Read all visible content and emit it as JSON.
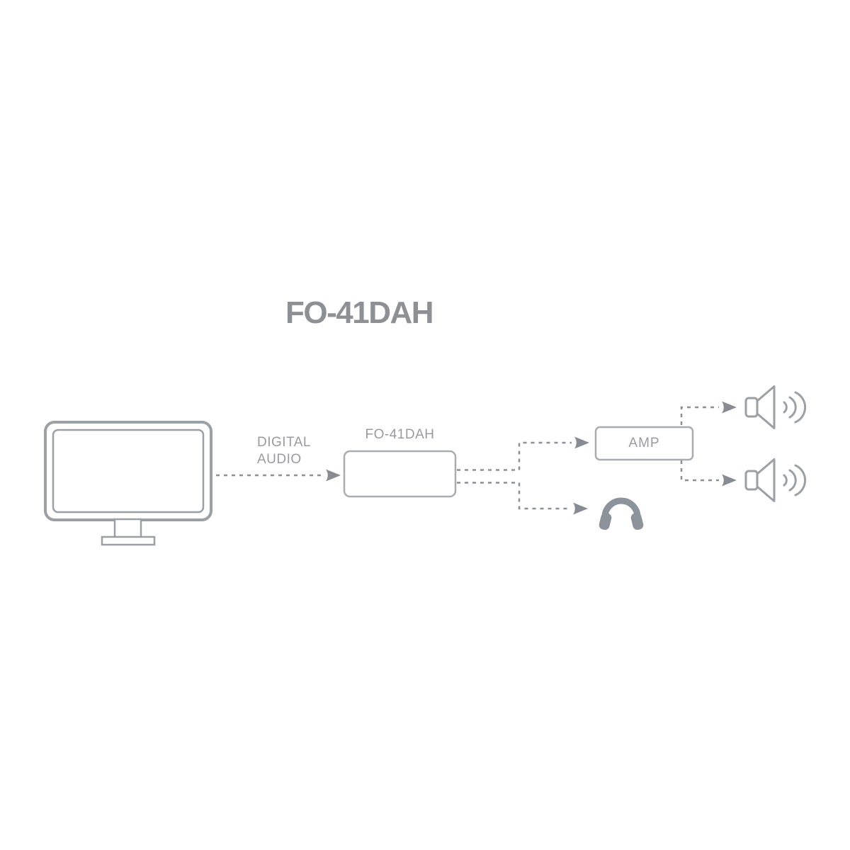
{
  "title": "FO-41DAH",
  "flow": {
    "source": {
      "icon": "monitor-icon"
    },
    "input_link": {
      "label_line1": "DIGITAL",
      "label_line2": "AUDIO"
    },
    "converter": {
      "label": "FO-41DAH"
    },
    "amp": {
      "label": "AMP"
    },
    "outputs": [
      {
        "icon": "speaker-icon",
        "position": "top-right"
      },
      {
        "icon": "speaker-icon",
        "position": "mid-right"
      },
      {
        "icon": "headphones-icon",
        "position": "bottom-center"
      }
    ],
    "connections": [
      {
        "from": "monitor",
        "to": "converter",
        "label": "DIGITAL AUDIO",
        "style": "dashed-arrow"
      },
      {
        "from": "converter",
        "to": "amp",
        "style": "dashed-arrow"
      },
      {
        "from": "converter",
        "to": "headphones",
        "style": "dashed-arrow"
      },
      {
        "from": "amp",
        "to": "speaker-top",
        "style": "dashed-arrow"
      },
      {
        "from": "amp",
        "to": "speaker-bottom",
        "style": "dashed-arrow"
      }
    ]
  },
  "colors": {
    "background": "#ffffff",
    "title_text": "#8d9094",
    "label_text": "#999b9e",
    "connector_line": "#8c9096",
    "arrowhead": "#878c92",
    "icon_stroke": "#9ba0a5",
    "icon_solid": "#8d939a",
    "box_border": "#a9acb0",
    "box_fill": "#ffffff"
  }
}
